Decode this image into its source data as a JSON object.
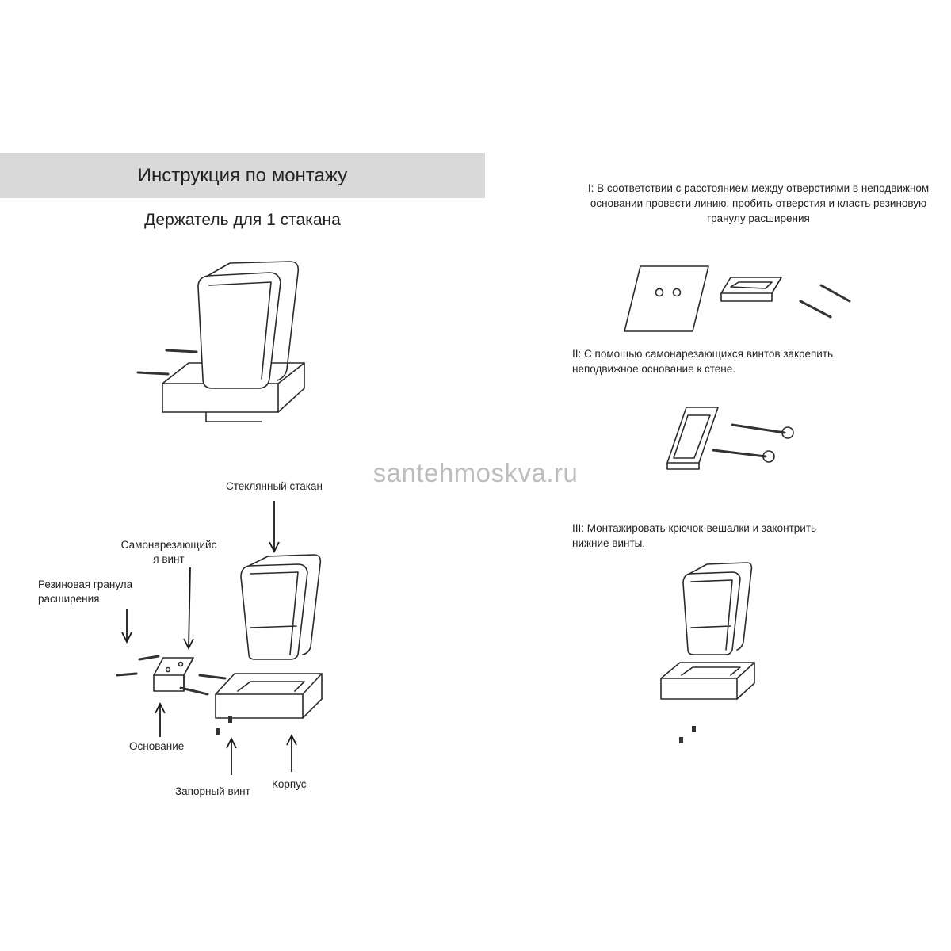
{
  "header": {
    "title": "Инструкция по монтажу",
    "subtitle": "Держатель для 1 стакана"
  },
  "watermark": "santehmoskva.ru",
  "parts": {
    "glass": "Стеклянный стакан",
    "self_tapping_screw_line1": "Самонарезающийс",
    "self_tapping_screw_line2": "я винт",
    "rubber_plug_line1": "Резиновая гранула",
    "rubber_plug_line2": "расширения",
    "base": "Основание",
    "lock_screw": "Запорный винт",
    "body": "Корпус"
  },
  "steps": {
    "step1_line1": "I: В соответствии с расстоянием между отверстиями в неподвижном",
    "step1_line2": "основании провести линию, пробить отверстия и класть резиновую",
    "step1_line3": "гранулу расширения",
    "step2_line1": "II: С помощью самонарезающихся винтов закрепить",
    "step2_line2": "неподвижное основание к стене.",
    "step3_line1": "III: Монтажировать крючок-вешалки и законтрить",
    "step3_line2": "нижние винты."
  }
}
